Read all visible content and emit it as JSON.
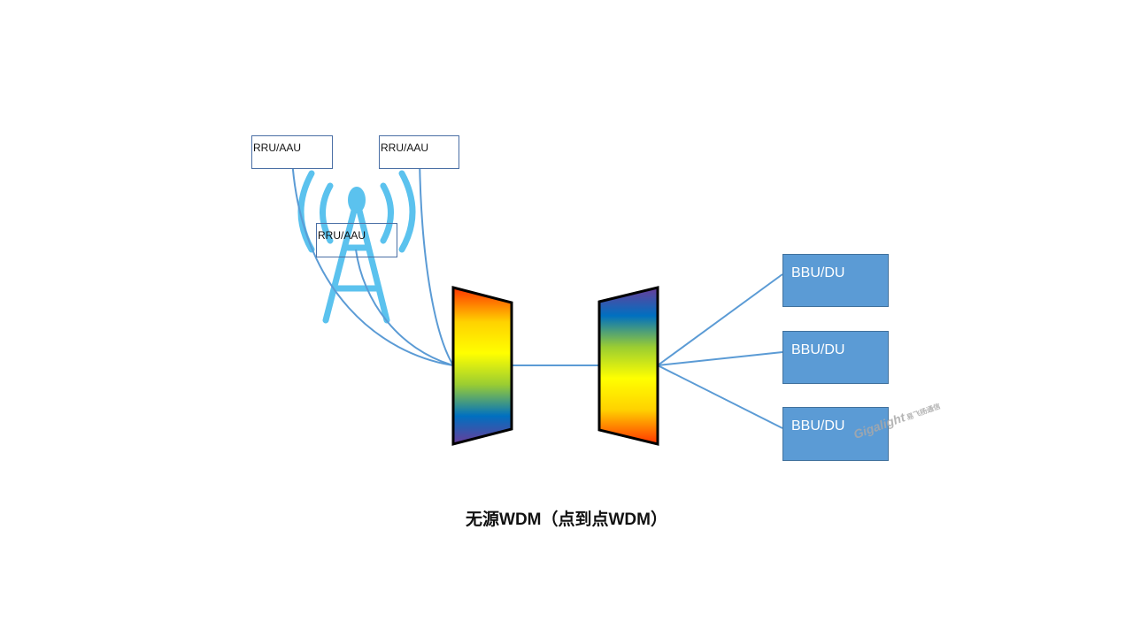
{
  "diagram": {
    "caption": "无源WDM（点到点WDM）",
    "rru_units": [
      {
        "label": "RRU/AAU"
      },
      {
        "label": "RRU/AAU"
      },
      {
        "label": "RRU/AAU"
      }
    ],
    "bbu_units": [
      {
        "label": "BBU/DU"
      },
      {
        "label": "BBU/DU"
      },
      {
        "label": "BBU/DU"
      }
    ],
    "watermark": {
      "brand": "Gigalight",
      "sub": "易飞扬通信"
    },
    "icons": [
      "cell-tower-icon",
      "wdm-mux-icon",
      "wdm-demux-icon"
    ],
    "colors": {
      "fiber_line": "#5b9bd5",
      "tower": "#5bc2ee",
      "bbu_fill": "#5b9bd5",
      "rru_border": "#4a6fa5"
    }
  }
}
